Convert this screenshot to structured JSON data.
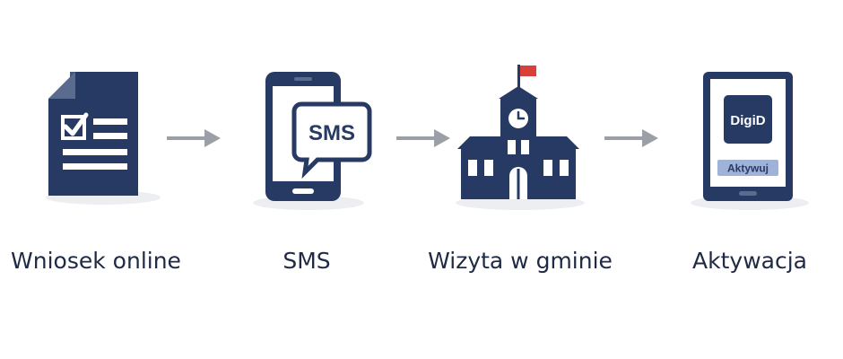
{
  "steps": [
    {
      "label": "Wniosek online",
      "icon": "document-checklist-icon"
    },
    {
      "label": "SMS",
      "icon": "phone-sms-icon",
      "bubble_text": "SMS"
    },
    {
      "label": "Wizyta w gminie",
      "icon": "town-hall-icon"
    },
    {
      "label": "Aktywacja",
      "icon": "tablet-digid-icon",
      "app_tile_text": "DigiD",
      "button_text": "Aktywuj"
    }
  ],
  "colors": {
    "navy": "#273a64",
    "arrow": "#9aa0a6",
    "flag": "#d9403a",
    "shadow": "#eceef1",
    "button": "#9fb3d8",
    "label": "#1f2a44"
  }
}
